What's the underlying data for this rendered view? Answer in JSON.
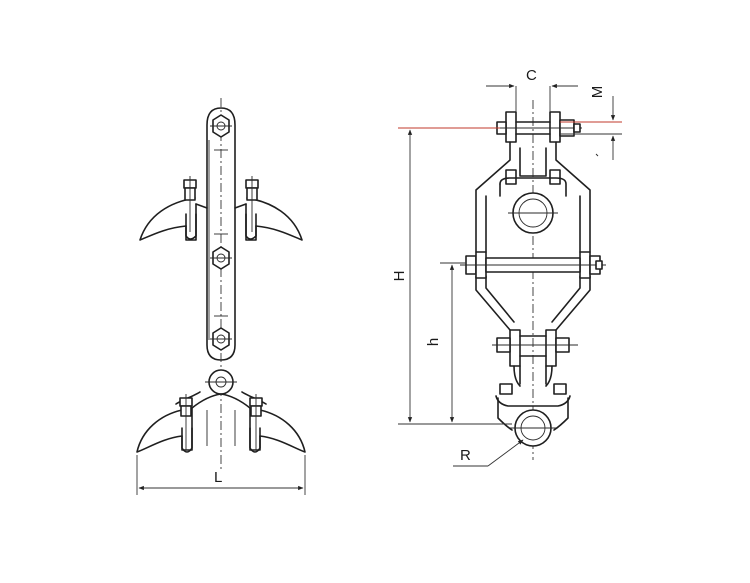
{
  "labels": {
    "L": "L",
    "H": "H",
    "h": "h",
    "C": "C",
    "M": "M",
    "R": "R"
  }
}
